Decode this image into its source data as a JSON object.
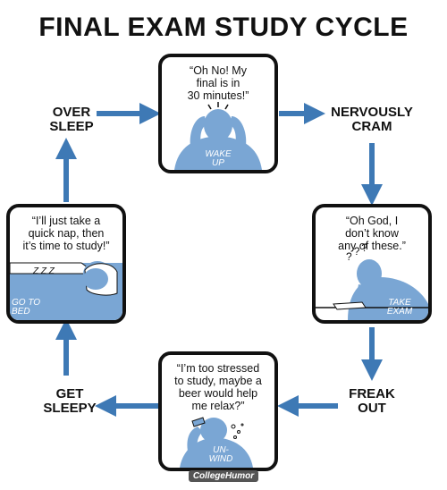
{
  "title": "FINAL EXAM STUDY CYCLE",
  "colors": {
    "accent": "#3e79b5",
    "figure": "#7aa6d4",
    "outline": "#111111"
  },
  "panels": {
    "wake_up": {
      "quote": [
        "“Oh No! My",
        "final is in",
        "30 minutes!”"
      ],
      "label": [
        "WAKE",
        "UP"
      ]
    },
    "take_exam": {
      "quote": [
        "“Oh God, I",
        "don’t know",
        "any of these.”"
      ],
      "label": [
        "TAKE",
        "EXAM"
      ]
    },
    "unwind": {
      "quote": [
        "“I’m too stressed",
        "to study, maybe a",
        "beer would help",
        "me relax?”"
      ],
      "label": [
        "UN-",
        "WIND"
      ]
    },
    "go_to_bed": {
      "quote": [
        "“I’ll just take a",
        "quick nap, then",
        "it’s time to study!”"
      ],
      "label": [
        "GO TO",
        "BED"
      ],
      "snore": "Z Z Z"
    }
  },
  "steps": {
    "over_sleep": [
      "OVER",
      "SLEEP"
    ],
    "nervously_cram": [
      "NERVOUSLY",
      "CRAM"
    ],
    "freak_out": [
      "FREAK",
      "OUT"
    ],
    "get_sleepy": [
      "GET",
      "SLEEPY"
    ]
  },
  "confusion_marks": "?",
  "logo": "CollegeHumor"
}
